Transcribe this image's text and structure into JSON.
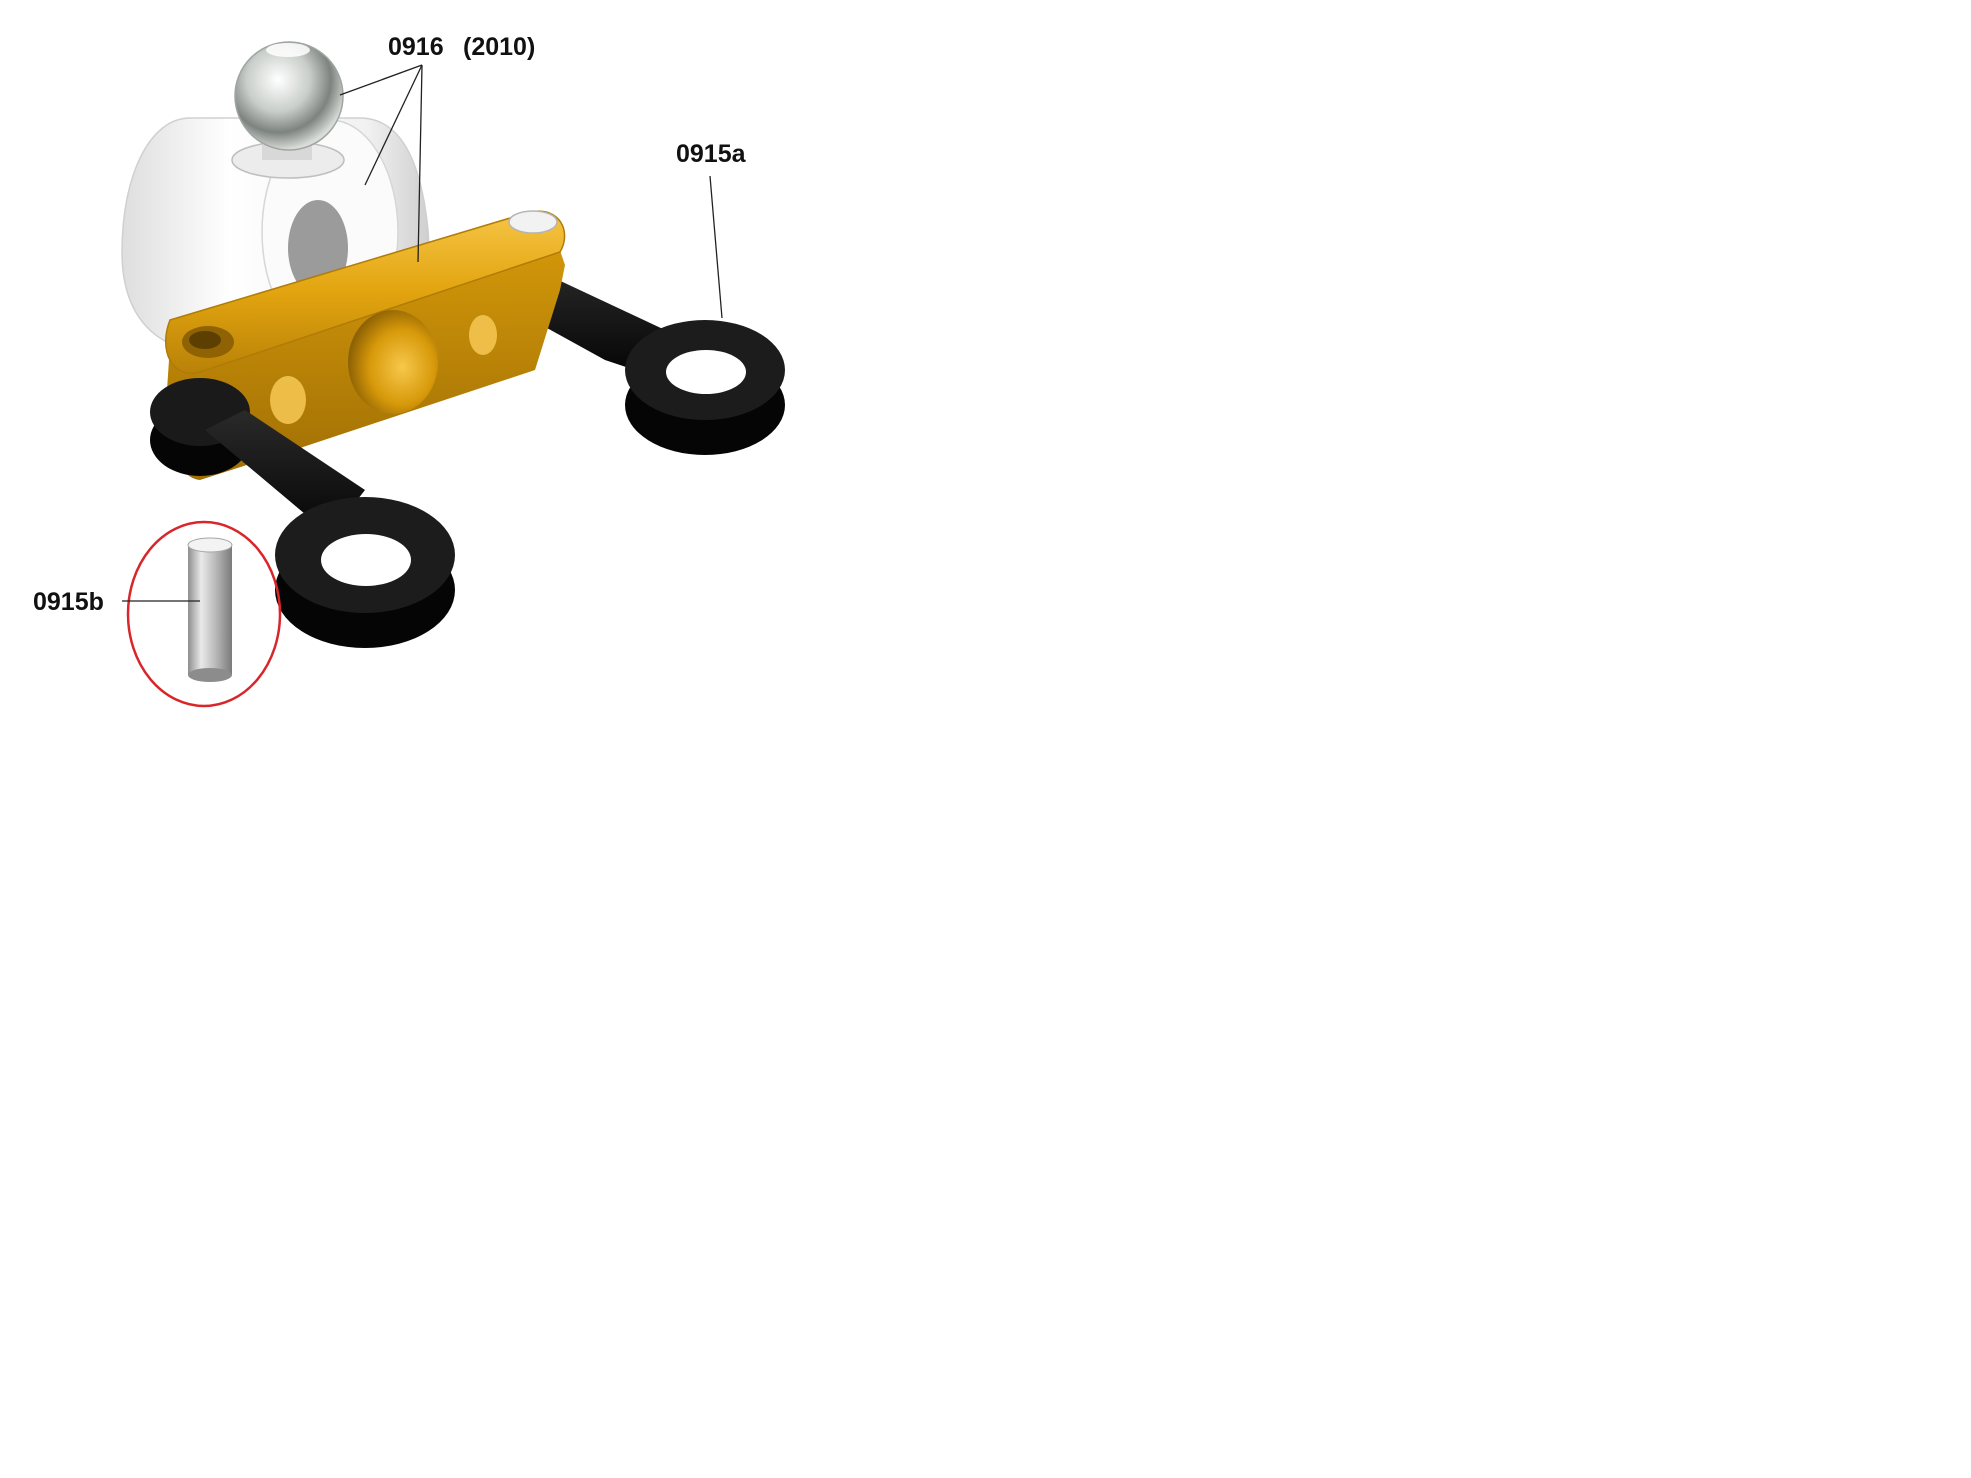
{
  "labels": {
    "part_0916": "0916",
    "part_0916_year": "(2010)",
    "part_0915a": "0915a",
    "part_0915b": "0915b"
  },
  "colors": {
    "background": "#ffffff",
    "gold_arm": "#e0a20c",
    "black_link": "#0b0b0b",
    "white_body": "#f4f4f4",
    "highlight_circle": "#d8262a",
    "leader_line": "#222222"
  },
  "icons": {
    "ball_joint": "glass-ball-icon",
    "pin": "steel-pin-icon"
  }
}
